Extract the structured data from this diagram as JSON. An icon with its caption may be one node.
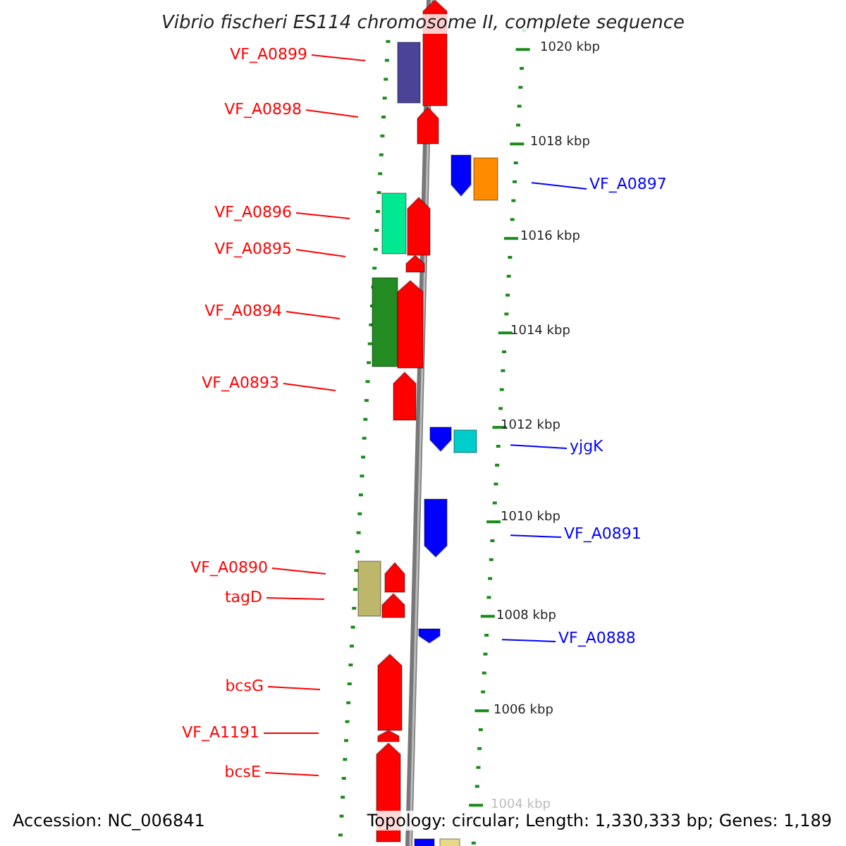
{
  "diagram": {
    "title": "Vibrio fischeri ES114 chromosome II, complete sequence",
    "nodes": [
      {
        "text": [
          "VF_A0899"
        ]
      },
      {
        "text": [
          "VF_A0898"
        ]
      },
      {
        "text": [
          "VF_A0897"
        ]
      },
      {
        "text": [
          "VF_A0896"
        ]
      },
      {
        "text": [
          "VF_A0895"
        ]
      },
      {
        "text": [
          "VF_A0894"
        ]
      },
      {
        "text": [
          "VF_A0893"
        ]
      },
      {
        "text": [
          "yjgK"
        ]
      },
      {
        "text": [
          "VF_A0891"
        ]
      },
      {
        "text": [
          "VF_A0890"
        ]
      },
      {
        "text": [
          "tagD"
        ]
      },
      {
        "text": [
          "VF_A0888"
        ]
      },
      {
        "text": [
          "bcsG"
        ]
      },
      {
        "text": [
          "VF_A1191"
        ]
      },
      {
        "text": [
          "bcsE"
        ]
      }
    ],
    "edges": [
      {
        "from": 0,
        "to": null,
        "arrow": "none"
      },
      {
        "from": 1,
        "to": null,
        "arrow": "none"
      },
      {
        "from": 2,
        "to": null,
        "arrow": "none",
        "color": "#0000ff"
      },
      {
        "from": 3,
        "to": null,
        "arrow": "none"
      },
      {
        "from": 4,
        "to": null,
        "arrow": "none"
      },
      {
        "from": 5,
        "to": null,
        "arrow": "none"
      },
      {
        "from": 6,
        "to": null,
        "arrow": "none"
      },
      {
        "from": 7,
        "to": null,
        "arrow": "none",
        "color": "#0000ff"
      },
      {
        "from": 8,
        "to": null,
        "arrow": "none",
        "color": "#0000ff"
      },
      {
        "from": 9,
        "to": null,
        "arrow": "none"
      },
      {
        "from": 10,
        "to": null,
        "arrow": "none"
      },
      {
        "from": 11,
        "to": null,
        "arrow": "none",
        "color": "#0000ff"
      },
      {
        "from": 12,
        "to": null,
        "arrow": "none"
      },
      {
        "from": 13,
        "to": null,
        "arrow": "none"
      },
      {
        "from": 14,
        "to": null,
        "arrow": "none"
      }
    ],
    "labels": [
      "1020 kbp",
      "1018 kbp",
      "1016 kbp",
      "1014 kbp",
      "1012 kbp",
      "1010 kbp",
      "1008 kbp",
      "1006 kbp",
      "1004 kbp",
      "Accession: NC_006841",
      "Topology: circular; Length: 1,330,333 bp; Genes: 1,189"
    ]
  }
}
